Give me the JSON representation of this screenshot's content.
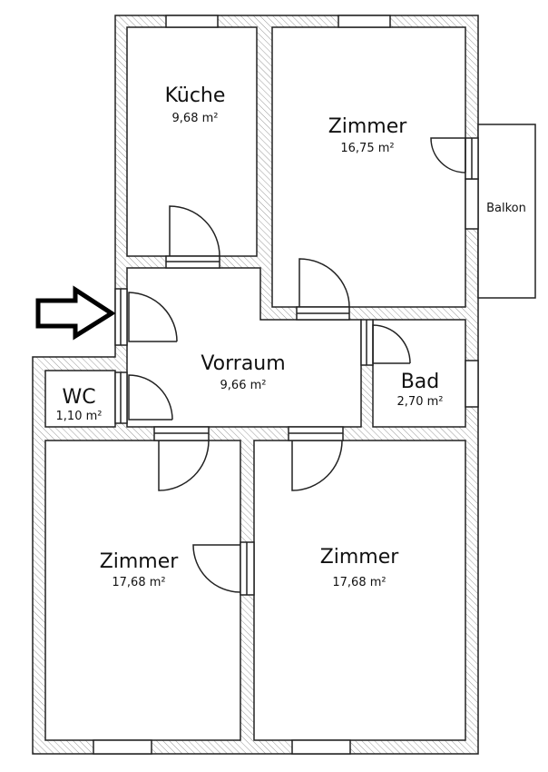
{
  "plan": {
    "rooms": [
      {
        "name": "Küche",
        "area": "9,68 m²"
      },
      {
        "name": "Zimmer",
        "area": "16,75 m²"
      },
      {
        "name": "Vorraum",
        "area": "9,66 m²"
      },
      {
        "name": "WC",
        "area": "1,10 m²"
      },
      {
        "name": "Bad",
        "area": "2,70 m²"
      },
      {
        "name": "Zimmer",
        "area": "17,68 m²"
      },
      {
        "name": "Zimmer",
        "area": "17,68 m²"
      }
    ],
    "balcony": "Balkon",
    "entrance_icon": "arrow-right-icon",
    "colors": {
      "wall_hatch": "#999999",
      "line": "#222222"
    }
  }
}
